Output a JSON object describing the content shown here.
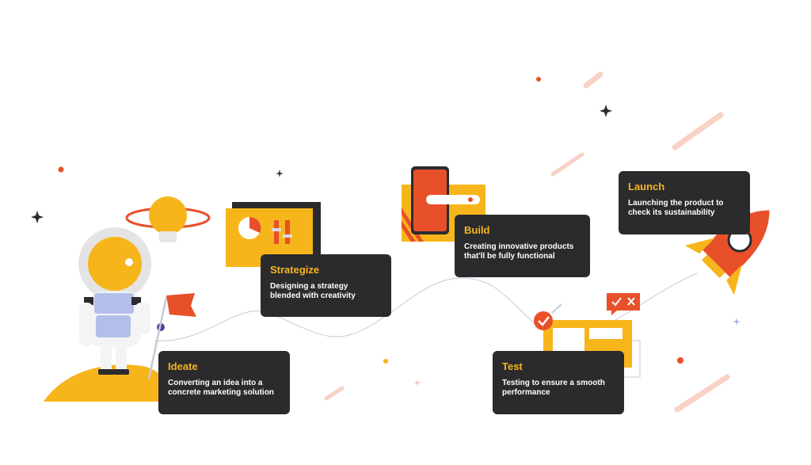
{
  "colors": {
    "card_bg": "#2b2b2e",
    "title": "#f7b51c",
    "text": "#ffffff",
    "accent_orange": "#e8502a",
    "accent_yellow": "#f7b51c"
  },
  "steps": [
    {
      "title": "Ideate",
      "desc_line1": "Converting an idea into a",
      "desc_line2": "concrete marketing solution",
      "icon": "astronaut-flag"
    },
    {
      "title": "Strategize",
      "desc_line1": "Designing a strategy",
      "desc_line2": "blended with creativity",
      "icon": "dashboard-chart"
    },
    {
      "title": "Build",
      "desc_line1": "Creating innovative products",
      "desc_line2": "that'll be fully functional",
      "icon": "phone-browser"
    },
    {
      "title": "Test",
      "desc_line1": "Testing to ensure a smooth",
      "desc_line2": "performance",
      "icon": "checklist-window"
    },
    {
      "title": "Launch",
      "desc_line1": "Launching the product to",
      "desc_line2": "check its sustainability",
      "icon": "rocket"
    }
  ]
}
